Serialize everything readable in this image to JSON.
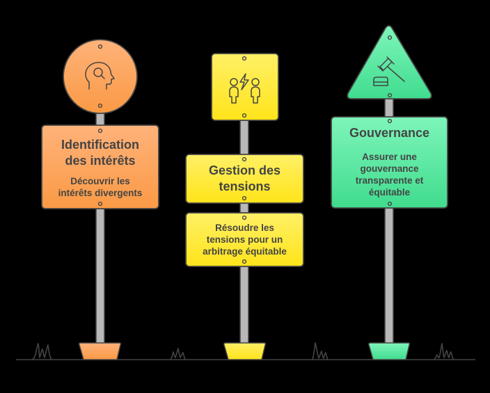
{
  "colors": {
    "orange_top": "#FFB27A",
    "orange_bottom": "#FA9A45",
    "yellow_top": "#FFF066",
    "yellow_bottom": "#FFE41A",
    "green_top": "#7EF5BA",
    "green_bottom": "#40DC8E",
    "outline": "#444444",
    "pole": "#B8B8B8",
    "background": "#000000"
  },
  "signs": [
    {
      "id": "identification",
      "icon": "head-search-icon",
      "shape": "circle",
      "title": "Identification des intérêts",
      "title_lines": [
        "Identification",
        "des intérêts"
      ],
      "description_lines": [
        "Découvrir les",
        "intérêts divergents"
      ]
    },
    {
      "id": "tensions",
      "icon": "people-conflict-icon",
      "shape": "square",
      "title": "Gestion des tensions",
      "title_lines": [
        "Gestion des",
        "tensions"
      ],
      "description_lines": [
        "Résoudre les",
        "tensions pour un",
        "arbitrage équitable"
      ]
    },
    {
      "id": "gouvernance",
      "icon": "gavel-icon",
      "shape": "triangle",
      "title": "Gouvernance",
      "title_lines": [
        "Gouvernance"
      ],
      "description_lines": [
        "Assurer une",
        "gouvernance",
        "transparente et",
        "équitable"
      ]
    }
  ]
}
